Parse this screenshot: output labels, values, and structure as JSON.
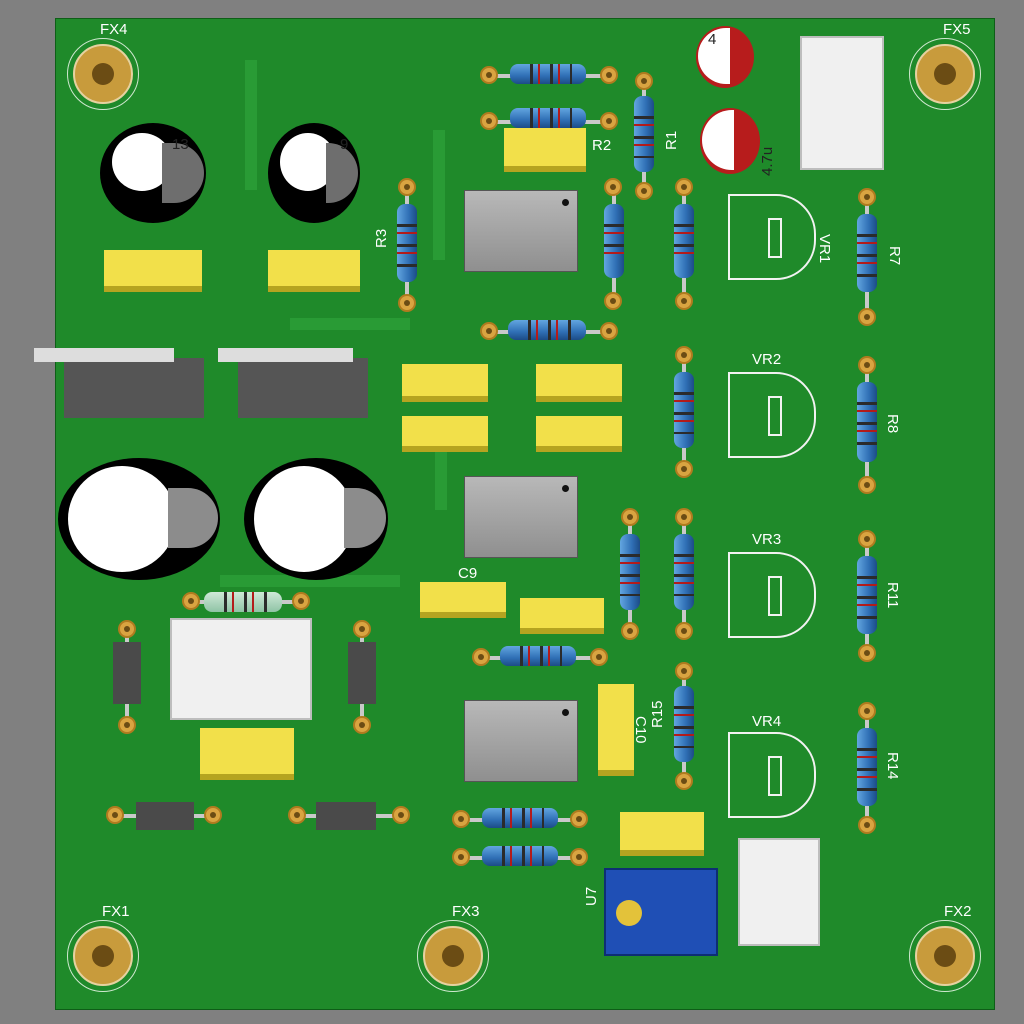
{
  "board": {
    "background": "#808080",
    "pcb_color": "#1f8a2a",
    "silk_color": "#ffffff"
  },
  "labels": {
    "fx4": "FX4",
    "fx5": "FX5",
    "fx1": "FX1",
    "fx3": "FX3",
    "fx2": "FX2",
    "r1": "R1",
    "r2": "R2",
    "r3": "R3",
    "r7": "R7",
    "r8": "R8",
    "r11": "R11",
    "r14": "R14",
    "r15": "R15",
    "vr1": "VR1",
    "vr2": "VR2",
    "vr3": "VR3",
    "vr4": "VR4",
    "c9": "C9",
    "c10": "C10",
    "u7": "U7",
    "cap47u": "4.7u",
    "cap_top_partial": "4",
    "c13": "13",
    "cap_9": "9"
  }
}
